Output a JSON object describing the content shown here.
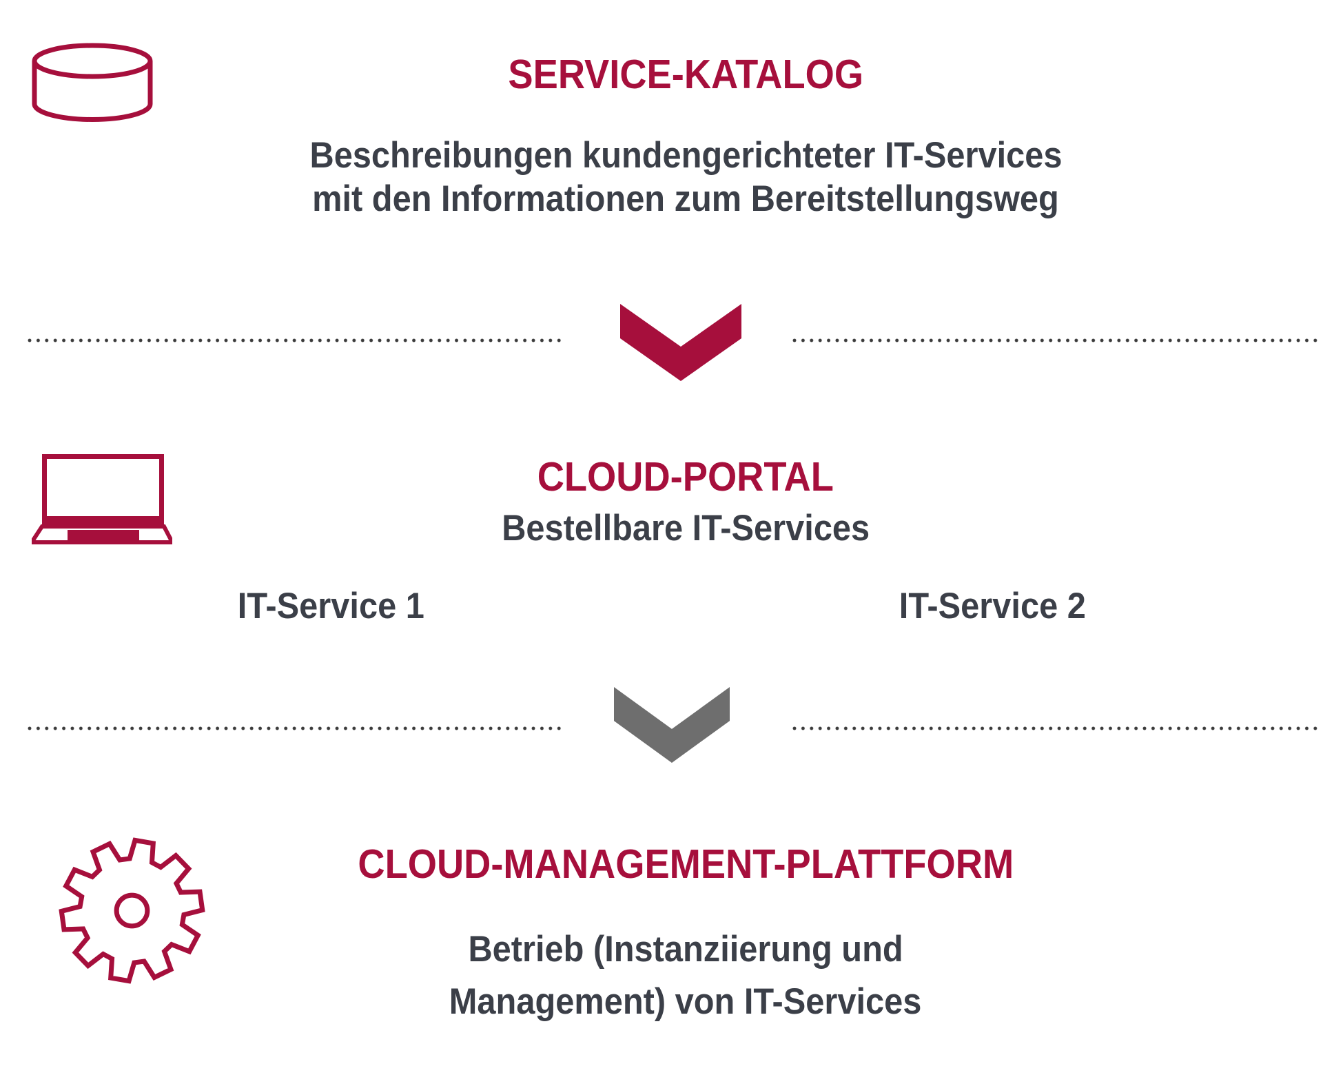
{
  "colors": {
    "accent": "#A60F3C",
    "arrow_gray": "#6E6E6E",
    "text": "#3B3F48",
    "dots": "#3B3B3B",
    "background": "#FFFFFF"
  },
  "sections": {
    "service_katalog": {
      "icon": "database",
      "title": "SERVICE-KATALOG",
      "description_line1": "Beschreibungen kundengerichteter IT-Services",
      "description_line2": "mit den Informationen zum Bereitstellungsweg"
    },
    "cloud_portal": {
      "icon": "laptop",
      "title": "CLOUD-PORTAL",
      "subtitle": "Bestellbare IT-Services",
      "service_left": "IT-Service 1",
      "service_right": "IT-Service 2"
    },
    "cloud_management_plattform": {
      "icon": "gear",
      "title": "CLOUD-MANAGEMENT-PLATTFORM",
      "description_line1": "Betrieb (Instanziierung und",
      "description_line2": "Management) von IT-Services"
    }
  },
  "connectors": [
    {
      "from": "service_katalog",
      "to": "cloud_portal",
      "style": "chevron-down",
      "color": "#A60F3C"
    },
    {
      "from": "cloud_portal",
      "to": "cloud_management_plattform",
      "style": "chevron-down",
      "color": "#6E6E6E"
    }
  ]
}
